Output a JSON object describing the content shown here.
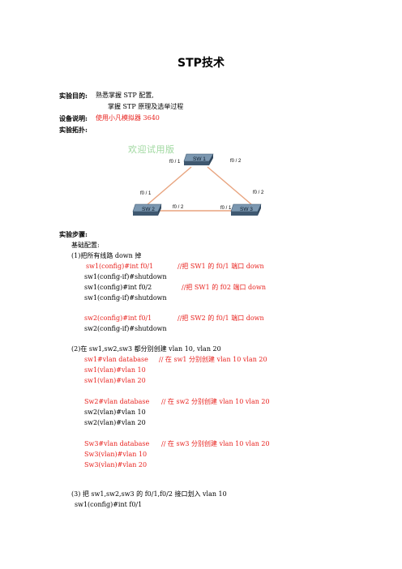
{
  "title": "STP技术",
  "header": {
    "purpose_label": "实验目的",
    "purpose_line1": "熟悉掌握 STP 配置,",
    "purpose_line2": "掌握 STP 原理及选举过程",
    "device_label": "设备说明",
    "device_text": "使用小凡模拟器 3640",
    "topology_label": "实验拓扑:"
  },
  "diagram": {
    "watermark": "欢迎试用版",
    "switches": {
      "sw1": "SW 1",
      "sw2": "SW 2",
      "sw3": "SW 3"
    },
    "ports": {
      "sw1_left": "f0 / 1",
      "sw1_right": "f0 / 2",
      "sw2_top": "f0 / 1",
      "sw2_right": "f0 / 2",
      "sw3_top": "f0 / 2",
      "sw3_left": "f0 / 1"
    },
    "colors": {
      "switch_top": "#5e7a93",
      "switch_side": "#3f5870",
      "switch_body": "#7b97b0",
      "link": "#e8a37e"
    }
  },
  "steps": {
    "label": "实验步骤:",
    "basic": "基础配置:",
    "s1_title": "(1)把所有线路 down 掉",
    "s1": [
      {
        "cmd": "sw1(config)#int f0/1",
        "comment": "//把 SW1 的 f0/1 端口 down"
      },
      {
        "cmd": "sw1(config-if)#shutdown",
        "comment": ""
      },
      {
        "cmd": "sw1(config)#int f0/2",
        "comment": "//把 SW1 的 f02 端口 down"
      },
      {
        "cmd": "sw1(config-if)#shutdown",
        "comment": ""
      },
      {
        "cmd": "sw2(config)#int f0/1",
        "comment": "//把 SW2 的 f0/1 端口 down"
      },
      {
        "cmd": "sw2(config-if)#shutdown",
        "comment": ""
      }
    ],
    "s2_title": "(2)在 sw1,sw2,sw3  都分别创建  vlan 10, vlan 20",
    "s2_sw1": [
      {
        "cmd": "sw1#vlan database",
        "comment": "//  在 sw1 分别创建 vlan 10 vlan 20"
      },
      {
        "cmd": "sw1(vlan)#vlan 10",
        "comment": ""
      },
      {
        "cmd": "sw1(vlan)#vlan 20",
        "comment": ""
      }
    ],
    "s2_sw2": [
      {
        "cmd": "Sw2#vlan database",
        "comment": "//  在 sw2 分别创建 vlan 10 vlan 20"
      },
      {
        "cmd": "sw2(vlan)#vlan 10",
        "comment": ""
      },
      {
        "cmd": "sw2(vlan)#vlan 20",
        "comment": ""
      }
    ],
    "s2_sw3": [
      {
        "cmd": "Sw3#vlan database",
        "comment": "//  在 sw3 分别创建 vlan 10 vlan 20"
      },
      {
        "cmd": "Sw3(vlan)#vlan 10",
        "comment": ""
      },
      {
        "cmd": "Sw3(vlan)#vlan 20",
        "comment": ""
      }
    ],
    "s3_title": "(3)  把 sw1,sw2,sw3  的 f0/1,f0/2 接口划入 vlan 10",
    "s3_line1": "sw1(config)#int f0/1"
  }
}
